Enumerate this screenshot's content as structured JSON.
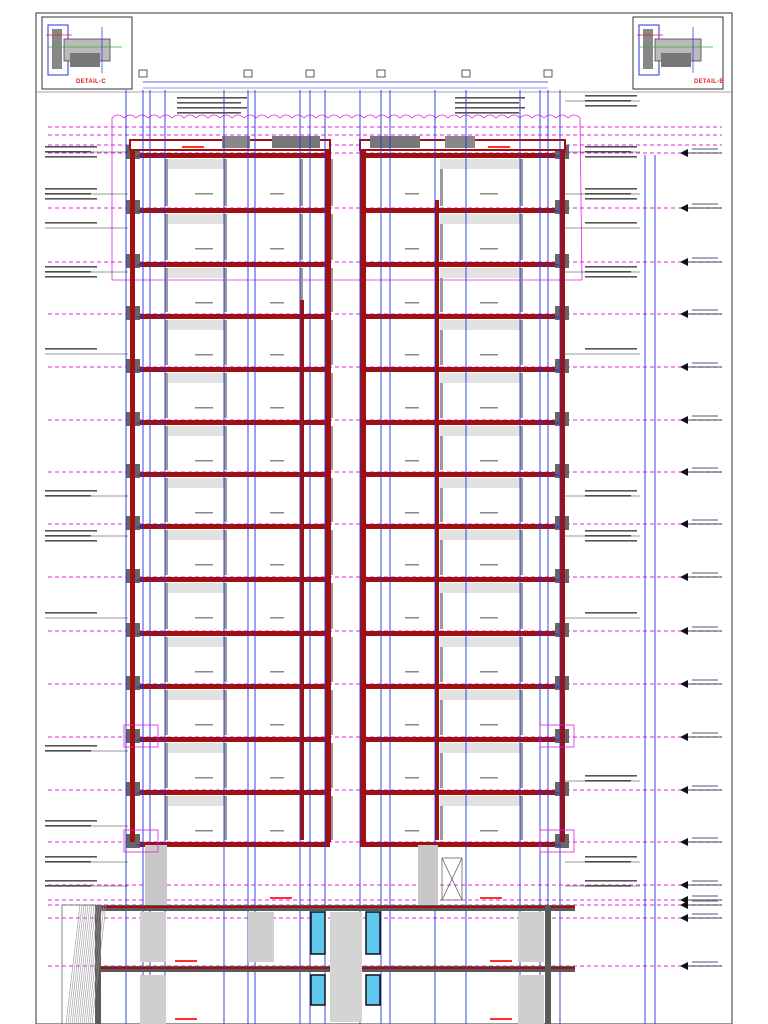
{
  "drawing": {
    "detail_left_label": "DETAIL-C",
    "detail_right_label": "DETAIL-B",
    "colors": {
      "structure_red": "#a01010",
      "grid_blue": "#2233dd",
      "level_magenta": "#e020e0",
      "wall_grey": "#c8c8c8",
      "glass_cyan": "#5ec8ee",
      "text_red": "#ff3030",
      "dim_green": "#30b030"
    },
    "floor_count": 14
  }
}
